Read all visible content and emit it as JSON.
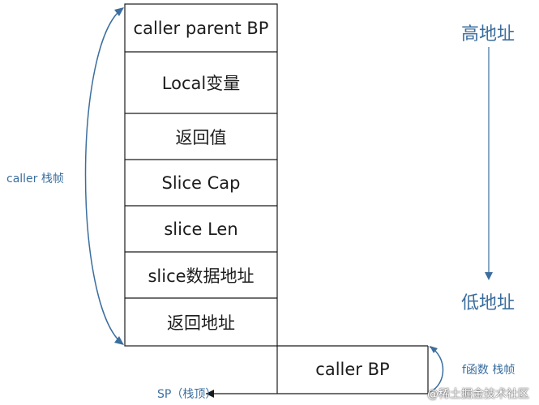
{
  "stack_cells": [
    {
      "label": "caller parent BP"
    },
    {
      "label": "Local变量"
    },
    {
      "label": "返回值"
    },
    {
      "label": "Slice Cap"
    },
    {
      "label": "slice Len"
    },
    {
      "label": "slice数据地址"
    },
    {
      "label": "返回地址"
    }
  ],
  "callee_cell": {
    "label": "caller BP"
  },
  "labels": {
    "caller_frame": "caller 栈帧",
    "f_frame": "f函数 栈帧",
    "high_address": "高地址",
    "low_address": "低地址",
    "sp": "SP（栈顶）"
  },
  "watermark": "@稀土掘金技术社区",
  "colors": {
    "annotation": "#3b6e9e",
    "border": "#1a1a1a",
    "text": "#1c1c1c"
  }
}
